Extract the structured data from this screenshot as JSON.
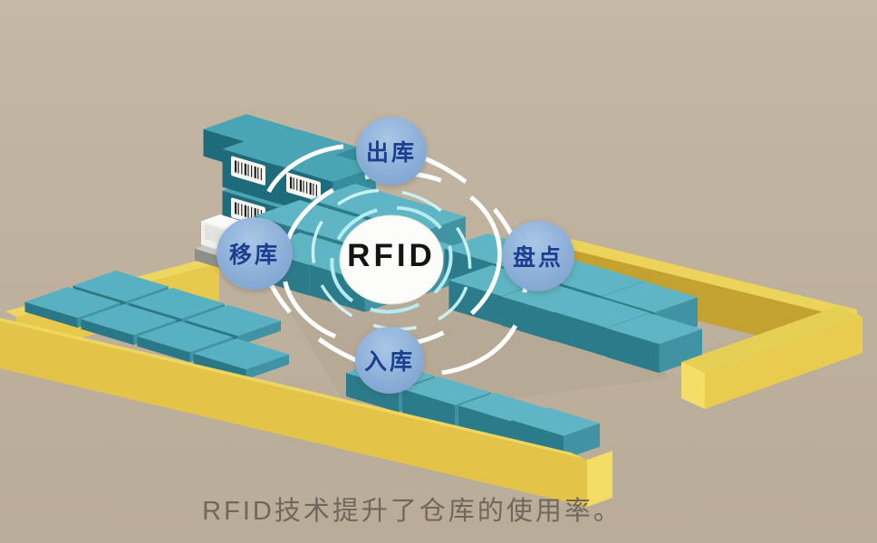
{
  "rfid": {
    "label": "RFID"
  },
  "badges": [
    {
      "id": "outbound",
      "label": "出库"
    },
    {
      "id": "relocation",
      "label": "移库"
    },
    {
      "id": "stocktake",
      "label": "盘点"
    },
    {
      "id": "inbound",
      "label": "入库"
    }
  ],
  "caption": {
    "text": "RFID技术提升了仓库的使用率。"
  },
  "colors": {
    "background_tan": "#bdb09c",
    "wall_yellow": "#e3c449",
    "wall_yellow_top": "#efd75f",
    "wall_yellow_shade": "#c4a231",
    "box_teal_top": "#5fb5c3",
    "box_teal_dark": "#2b7b8b",
    "container_teal": "#1e6b7c",
    "badge_blue": "#8cafd8",
    "badge_text_blue": "#1b3f8e",
    "ring_cyan": "#b5ecf2",
    "ring_white": "#ffffff",
    "rfid_disc": "#fcfcfa",
    "caption_gray": "#6f675a"
  }
}
